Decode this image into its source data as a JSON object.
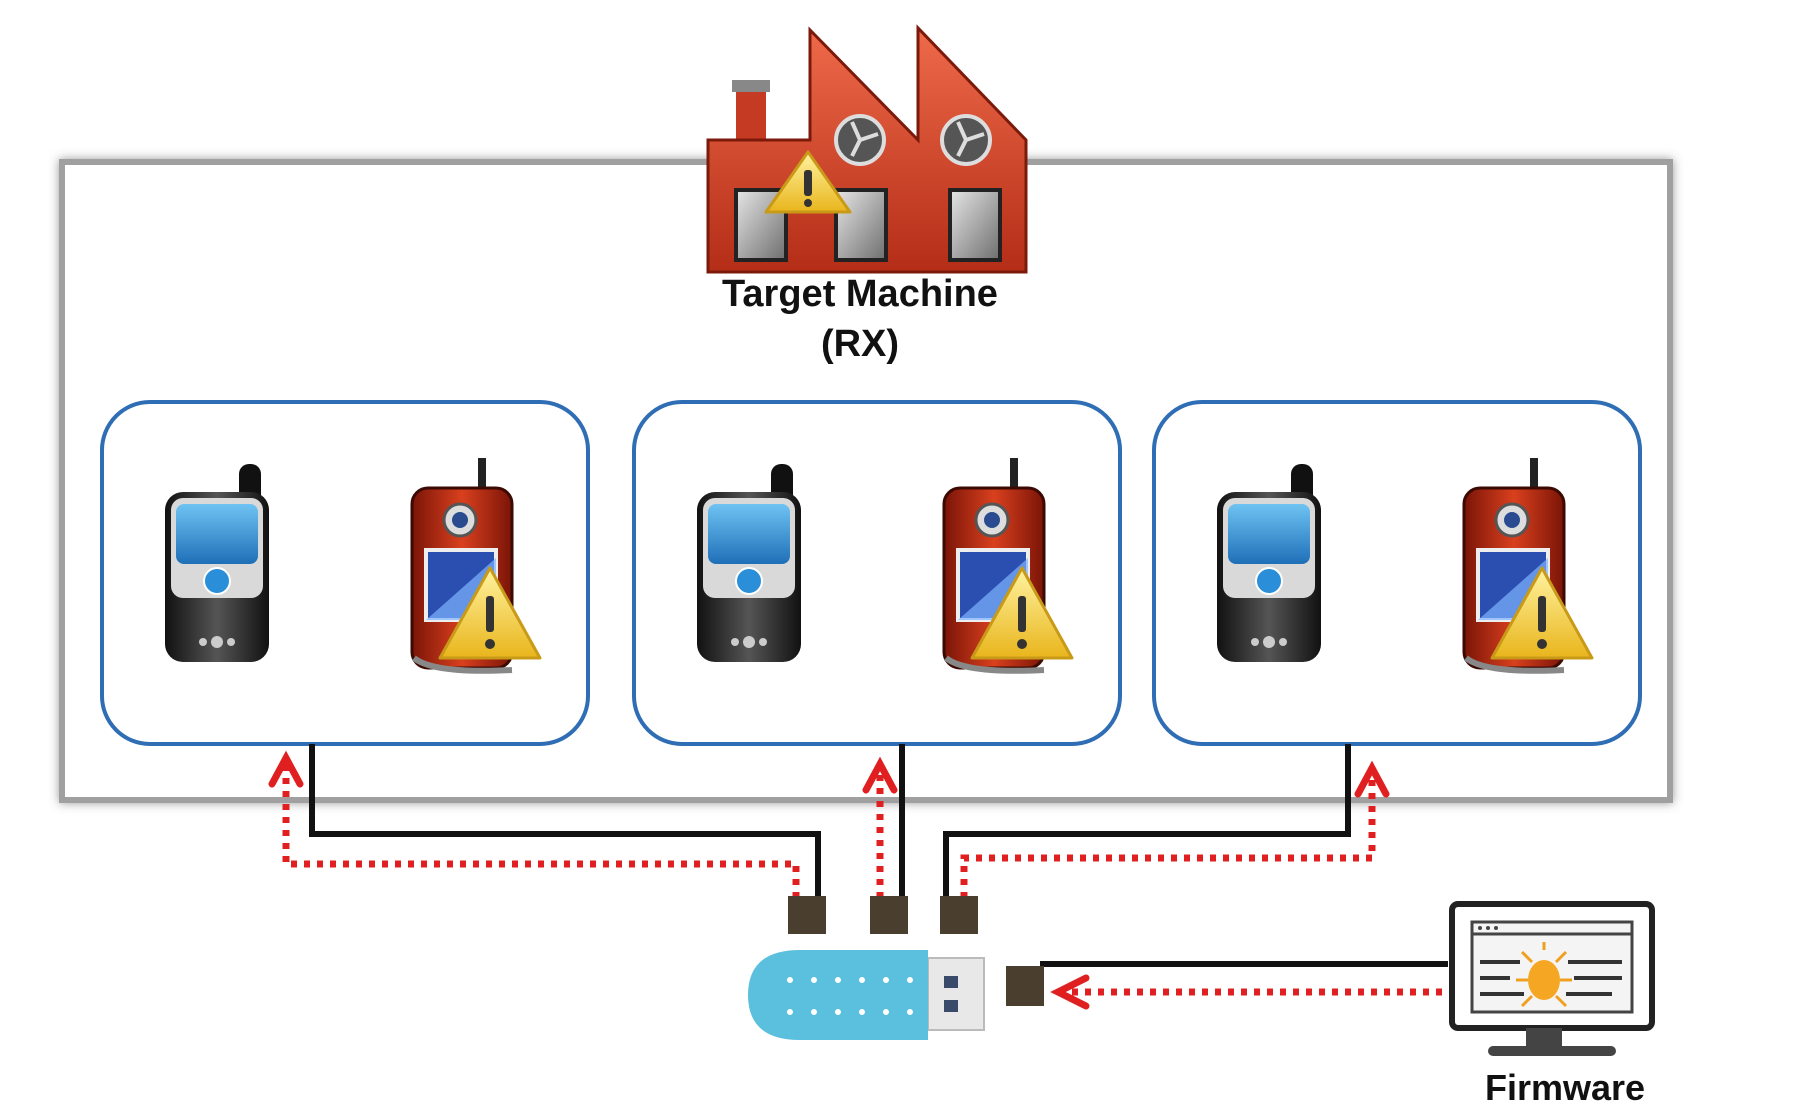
{
  "target": {
    "title": "Target Machine",
    "subtitle": "(RX)"
  },
  "firmware": {
    "label": "Firmware"
  },
  "colors": {
    "panel_border": "#9a9a9a",
    "group_border": "#2f6db5",
    "cable": "#111111",
    "attack_path": "#e02020",
    "usb_body": "#5bc0de",
    "factory": "#d8432a"
  },
  "icons": {
    "factory": "factory-warning-icon",
    "device_normal": "mobile-phone-icon",
    "device_compromised": "camera-phone-warning-icon",
    "usb": "usb-drive-icon",
    "firmware": "monitor-bug-icon"
  }
}
